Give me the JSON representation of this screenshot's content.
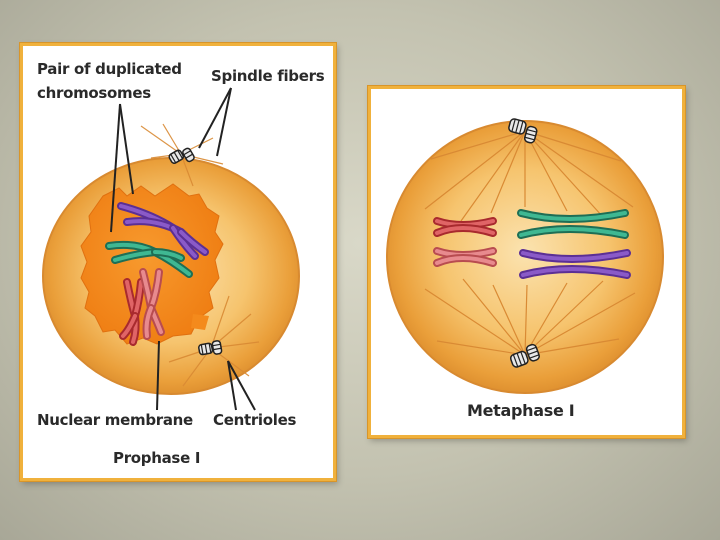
{
  "prophase": {
    "labels": {
      "chromosomes_line1": "Pair of duplicated",
      "chromosomes_line2": "chromosomes",
      "spindle": "Spindle fibers",
      "membrane": "Nuclear membrane",
      "centrioles": "Centrioles",
      "caption": "Prophase I"
    }
  },
  "metaphase": {
    "caption": "Metaphase I"
  },
  "colors": {
    "panel_border": "#f0b13c",
    "cell_fill": "#f2b24c",
    "nucleus_fill": "#f48a1c",
    "chromosome_purple": "#7a4ab8",
    "chromosome_green": "#2f9a78",
    "chromosome_red": "#d9484a",
    "chromosome_pink": "#d88088"
  }
}
